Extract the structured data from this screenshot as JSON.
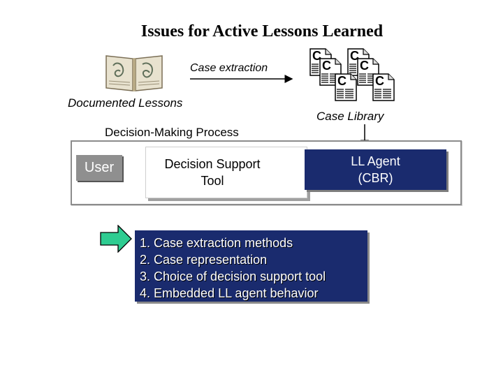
{
  "title": "Issues for Active Lessons Learned",
  "labels": {
    "case_extraction": "Case extraction",
    "documented_lessons": "Documented Lessons",
    "case_library": "Case Library",
    "decision_making_process": "Decision-Making Process"
  },
  "process": {
    "user": "User",
    "decision_support_tool": [
      "Decision Support",
      "Tool"
    ],
    "ll_agent": [
      "LL Agent",
      "(CBR)"
    ]
  },
  "issues": [
    "1. Case extraction methods",
    "2. Case representation",
    "3. Choice of decision support tool",
    "4. Embedded LL agent behavior"
  ],
  "icons": {
    "book": "open-book-icon",
    "case_card_letter": "C",
    "pointer": "green-arrow-icon"
  },
  "colors": {
    "navy": "#1a2b6e",
    "green_arrow": "#2ecc91",
    "user_box": "#8f8f8f"
  }
}
